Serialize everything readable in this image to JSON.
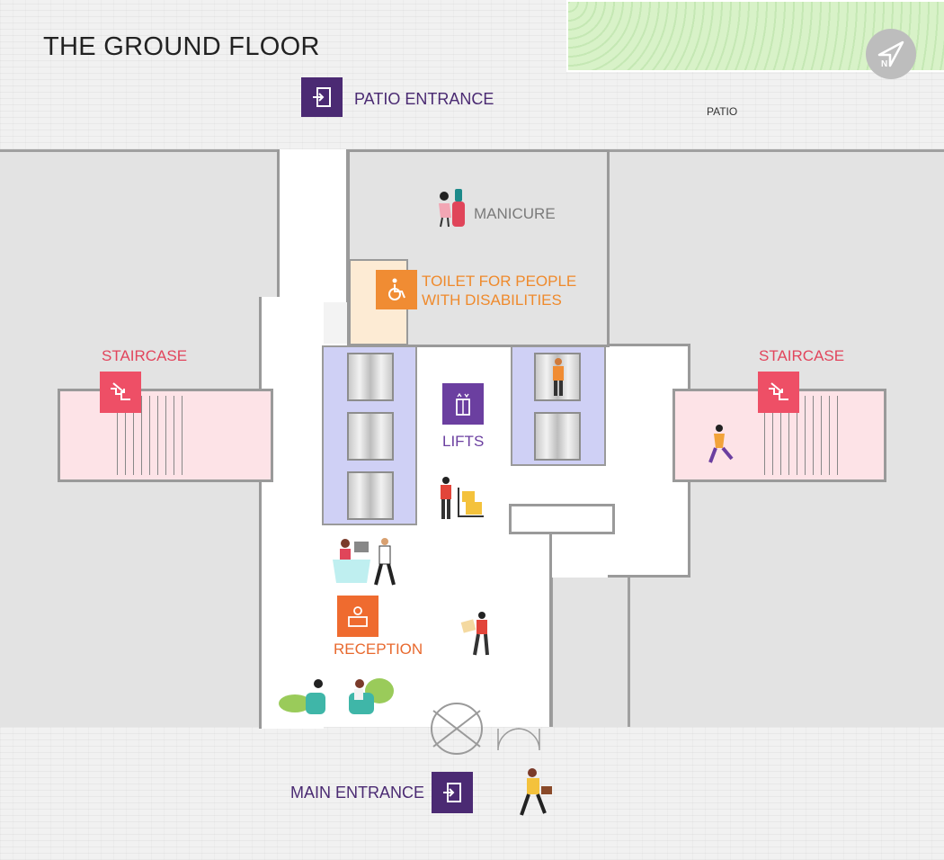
{
  "map": {
    "title": "THE GROUND FLOOR",
    "labels": {
      "patio_entrance": "PATIO ENTRANCE",
      "patio": "PATIO",
      "manicure": "MANICURE",
      "toilet_line1": "TOILET FOR PEOPLE",
      "toilet_line2": "WITH DISABILITIES",
      "staircase_left": "STAIRCASE",
      "staircase_right": "STAIRCASE",
      "lifts": "LIFTS",
      "reception": "RECEPTION",
      "main_entrance": "MAIN ENTRANCE"
    },
    "icons": {
      "entrance": "door-enter-icon",
      "toilet": "wheelchair-icon",
      "staircase": "stairs-icon",
      "lifts": "elevator-icon",
      "reception": "reception-desk-icon",
      "compass": "north-arrow-icon"
    },
    "compass_letter": "N",
    "colors": {
      "entrance": "#4b2a73",
      "toilet": "#f08c33",
      "staircase": "#ee4f66",
      "lifts": "#6b3fa0",
      "reception": "#ef6b2f",
      "manicure_text": "#7a7a7a",
      "stair_room": "#fde3e7",
      "lift_room": "#cfd0f5",
      "toilet_room": "#fdebd4",
      "garden": "#d8f2c8"
    }
  }
}
